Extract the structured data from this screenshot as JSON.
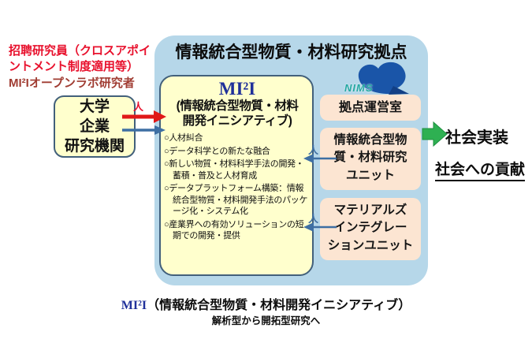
{
  "annotations": {
    "invited_line1": "招聘研究員（クロスアポイ",
    "invited_line2": "ントメント制度適用等）",
    "open_lab_line": "MI²Iオープンラボ研究者"
  },
  "left_box": {
    "lines": [
      "大学",
      "企業",
      "研究機関"
    ]
  },
  "hub": {
    "title": "情報統合型物質・材料研究拠点"
  },
  "mi2i_box": {
    "title": "MI²I",
    "subtitle_line1": "(情報統合型物質・材料",
    "subtitle_line2": "開発イニシアティブ)",
    "bullets": [
      "○人材糾合",
      "○データ科学との新たな融合",
      "○新しい物質・材料科学手法の開発・蓄積・普及と人材育成",
      "○データプラットフォーム構築：情報統合型物質・材料開発手法のパッケージ化・システム化",
      "○産業界への有効ソリューションの短期での開発・提供"
    ]
  },
  "nims": {
    "logo_text": "NIMS"
  },
  "units": {
    "unit1": {
      "lines": [
        "拠点運営室"
      ]
    },
    "unit2": {
      "lines": [
        "情報統合型物",
        "質・材料研究",
        "ユニット"
      ]
    },
    "unit3": {
      "lines": [
        "マテリアルズ",
        "インテグレー",
        "ションユニット"
      ]
    }
  },
  "right_labels": {
    "social_implementation": "社会実装",
    "social_contribution": "社会への貢献"
  },
  "markers": {
    "person": "人"
  },
  "caption": {
    "line1_prefix": "MI²I",
    "line1_rest": "（情報統合型物質・材料開発イニシアティブ）",
    "line2": "解析型から開拓型研究へ"
  },
  "colors": {
    "container_bg": "#b6d7e9",
    "yellow_box_bg": "#ffffcd",
    "yellow_box_border": "#42607b",
    "unit_box_bg": "#fce5d2",
    "red_accent": "#e8112d",
    "dark_red": "#a03c32",
    "mi2i_blue": "#20309a",
    "arrow_blue": "#3e6fa3",
    "arrow_green": "#2eb052",
    "nims_blue": "#1a55a8",
    "nims_teal": "#25a8a2"
  }
}
